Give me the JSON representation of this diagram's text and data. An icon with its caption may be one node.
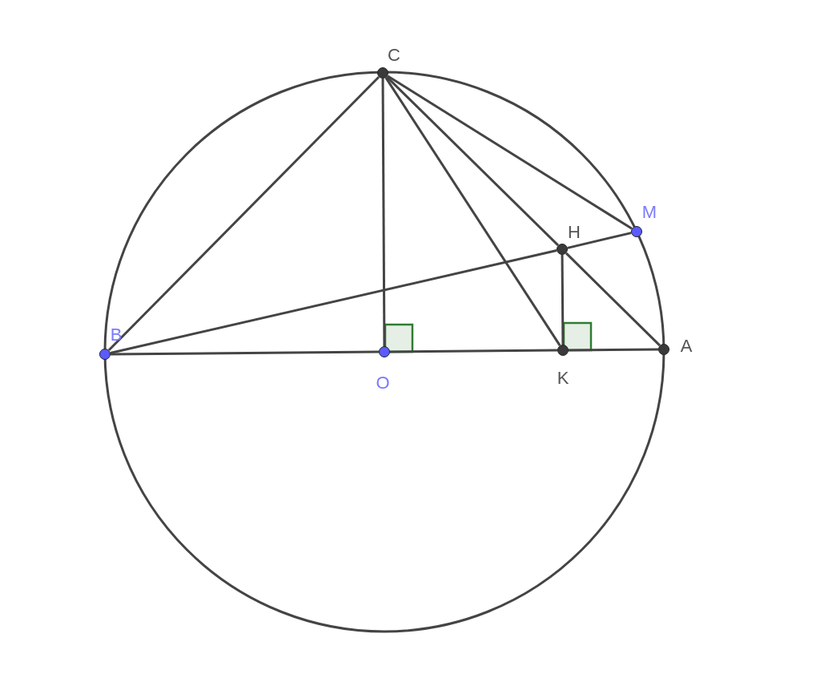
{
  "diagram": {
    "nodes": [
      {
        "text": [
          "C"
        ]
      },
      {
        "text": [
          "M"
        ]
      },
      {
        "text": [
          "H"
        ]
      },
      {
        "text": [
          "B"
        ]
      },
      {
        "text": [
          "O"
        ]
      },
      {
        "text": [
          "K"
        ]
      },
      {
        "text": [
          "A"
        ]
      }
    ],
    "edges": [
      {
        "from": 0,
        "to": 3,
        "arrow": "none"
      },
      {
        "from": 0,
        "to": 4,
        "arrow": "none"
      },
      {
        "from": 0,
        "to": 5,
        "arrow": "none"
      },
      {
        "from": 0,
        "to": 2,
        "arrow": "none"
      },
      {
        "from": 2,
        "to": 6,
        "arrow": "none"
      },
      {
        "from": 0,
        "to": 1,
        "arrow": "none"
      },
      {
        "from": 3,
        "to": 2,
        "arrow": "none"
      },
      {
        "from": 2,
        "to": 1,
        "arrow": "none"
      },
      {
        "from": 3,
        "to": 4,
        "arrow": "none"
      },
      {
        "from": 4,
        "to": 5,
        "arrow": "none"
      },
      {
        "from": 5,
        "to": 6,
        "arrow": "none"
      },
      {
        "from": 2,
        "to": 5,
        "arrow": "none"
      }
    ]
  }
}
